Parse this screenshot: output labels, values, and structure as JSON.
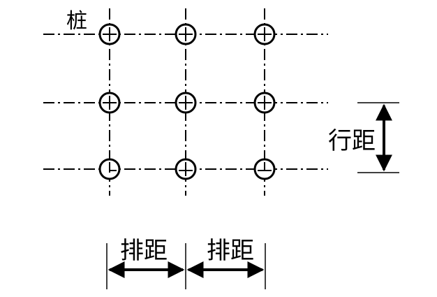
{
  "labels": {
    "pile": "桩",
    "row_spacing": "行距",
    "col_spacing_1": "排距",
    "col_spacing_2": "排距"
  },
  "colors": {
    "stroke": "#000000",
    "background": "#ffffff"
  }
}
